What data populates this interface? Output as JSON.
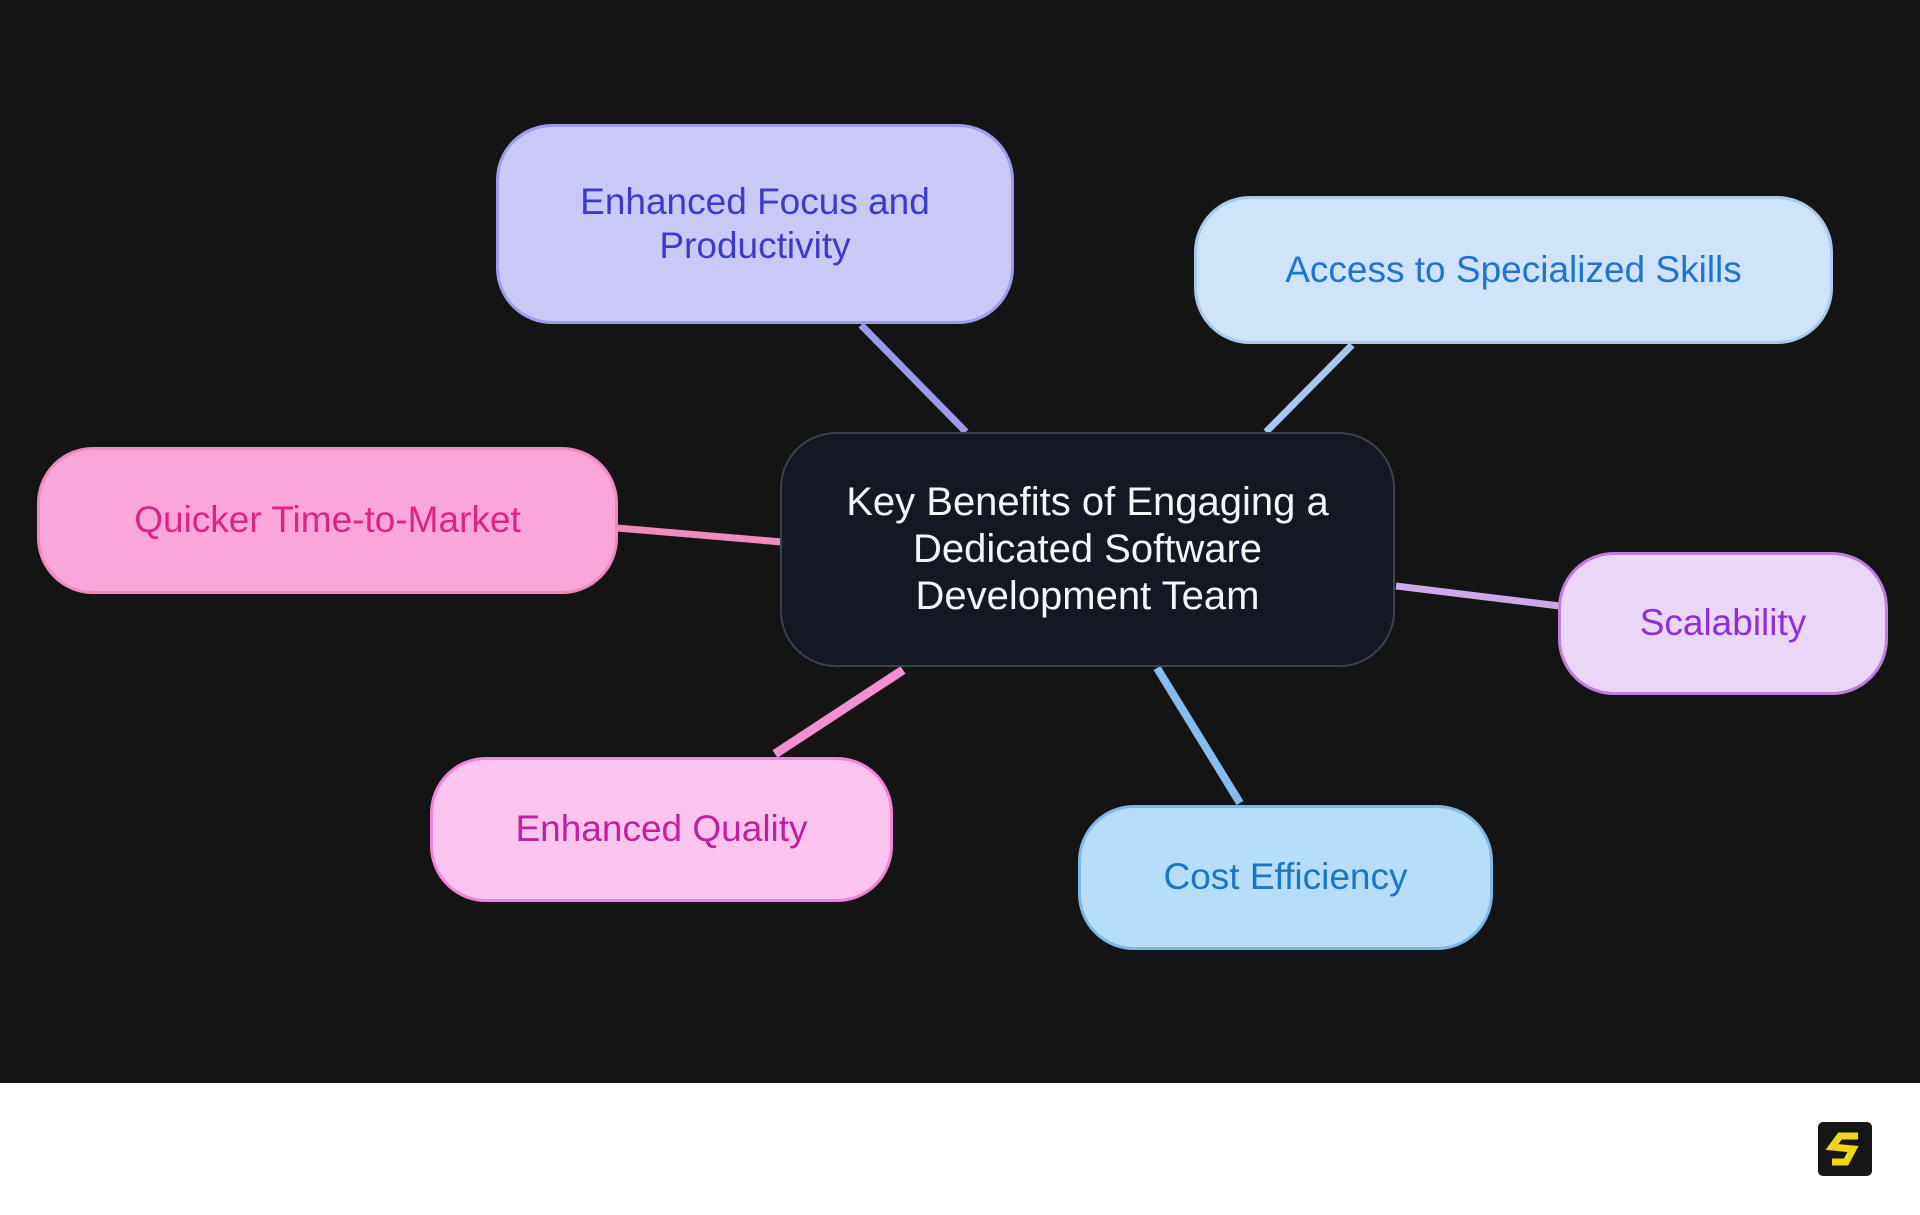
{
  "diagram": {
    "type": "mindmap",
    "center": {
      "label": "Key Benefits of Engaging a Dedicated Software Development Team",
      "bg_color": "#131822",
      "border_color": "#3c424c",
      "text_color": "#f4f5f7"
    },
    "branches": [
      {
        "id": "enhanced-focus",
        "label": "Enhanced Focus and Productivity",
        "bg_color": "#c9c8f6",
        "border_color": "#9d9bef",
        "text_color": "#3d39cb",
        "connector_color": "#9c99f0"
      },
      {
        "id": "access-skills",
        "label": "Access to Specialized Skills",
        "bg_color": "#cfe3fa",
        "border_color": "#a9c9ef",
        "text_color": "#2173cf",
        "connector_color": "#a5c7f0"
      },
      {
        "id": "quicker-ttm",
        "label": "Quicker Time-to-Market",
        "bg_color": "#fba6d8",
        "border_color": "#ee8abc",
        "text_color": "#dc2486",
        "connector_color": "#ee8abc"
      },
      {
        "id": "scalability",
        "label": "Scalability",
        "bg_color": "#e9d6f8",
        "border_color": "#bc7ee0",
        "text_color": "#8b2fd6",
        "connector_color": "#cda9ea"
      },
      {
        "id": "enhanced-quality",
        "label": "Enhanced Quality",
        "bg_color": "#fbc4ef",
        "border_color": "#f283d8",
        "text_color": "#c0219c",
        "connector_color": "#f48fd2"
      },
      {
        "id": "cost-efficiency",
        "label": "Cost Efficiency",
        "bg_color": "#b6defb",
        "border_color": "#7db8e8",
        "text_color": "#1b76c5",
        "connector_color": "#85bdf0"
      }
    ],
    "canvas": {
      "dark_bg_color": "#141414",
      "footer_bg_color": "#ffffff"
    },
    "logo": {
      "icon": "s-monogram-icon",
      "bg_color": "#161616",
      "glyph_color": "#f2d418"
    }
  }
}
